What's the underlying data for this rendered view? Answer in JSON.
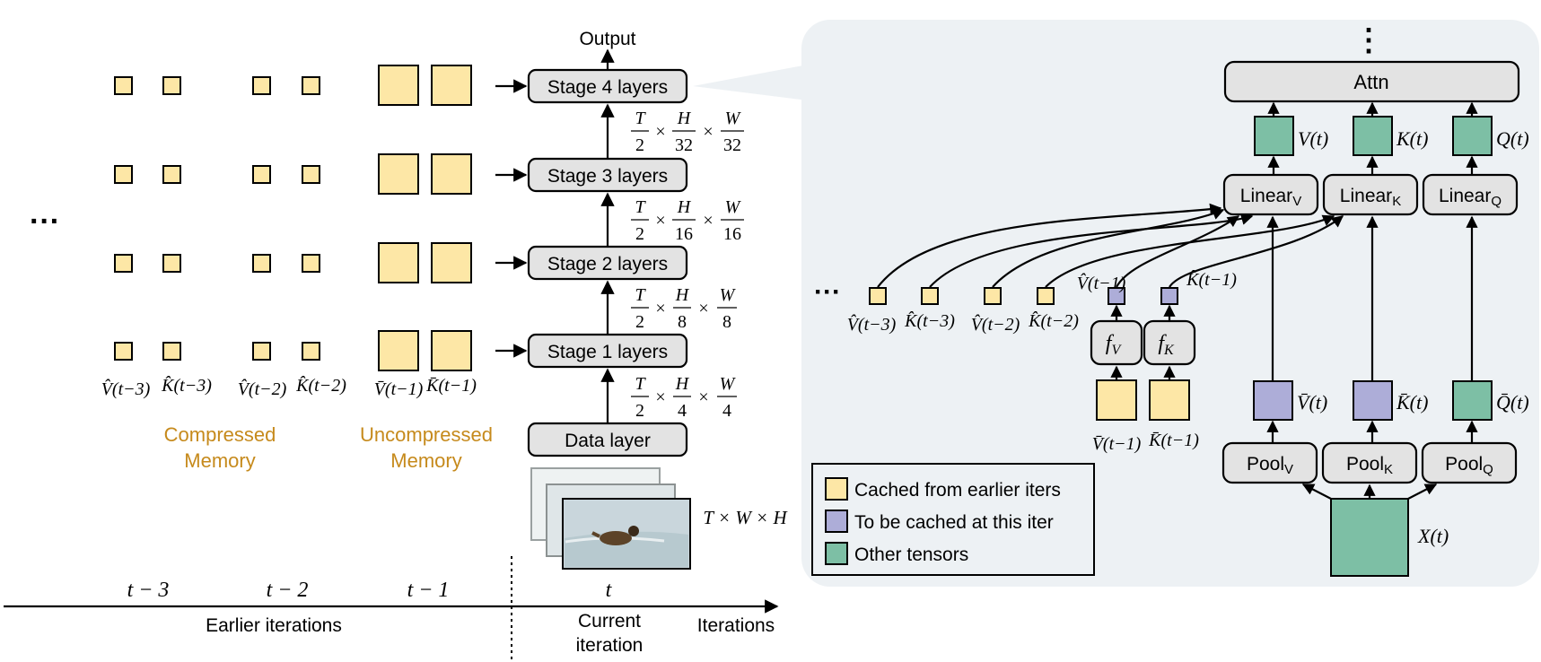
{
  "left": {
    "ellipsis": "···",
    "output_label": "Output",
    "stages": [
      "Stage 4 layers",
      "Stage 3 layers",
      "Stage 2 layers",
      "Stage 1 layers"
    ],
    "data_layer": "Data layer",
    "dims": [
      {
        "a": "T",
        "b": "2",
        "c": "H",
        "d": "32",
        "e": "W",
        "f": "32"
      },
      {
        "a": "T",
        "b": "2",
        "c": "H",
        "d": "16",
        "e": "W",
        "f": "16"
      },
      {
        "a": "T",
        "b": "2",
        "c": "H",
        "d": "8",
        "e": "W",
        "f": "8"
      },
      {
        "a": "T",
        "b": "2",
        "c": "H",
        "d": "4",
        "e": "W",
        "f": "4"
      }
    ],
    "times": "×",
    "input_dims": "T × W × H",
    "mem_labels": [
      "V̂(t−3)",
      "K̂(t−3)",
      "V̂(t−2)",
      "K̂(t−2)",
      "V̄(t−1)",
      "K̄(t−1)"
    ],
    "compressed": [
      "Compressed",
      "Memory"
    ],
    "uncompressed": [
      "Uncompressed",
      "Memory"
    ],
    "timeline": {
      "ticks": [
        "t − 3",
        "t − 2",
        "t − 1",
        "t"
      ],
      "earlier": "Earlier iterations",
      "current": [
        "Current",
        "iteration"
      ],
      "axis": "Iterations"
    }
  },
  "right": {
    "vdots": "⋮",
    "attn": "Attn",
    "linear": [
      {
        "base": "Linear",
        "sub": "V"
      },
      {
        "base": "Linear",
        "sub": "K"
      },
      {
        "base": "Linear",
        "sub": "Q"
      }
    ],
    "pool": [
      {
        "base": "Pool",
        "sub": "V"
      },
      {
        "base": "Pool",
        "sub": "K"
      },
      {
        "base": "Pool",
        "sub": "Q"
      }
    ],
    "vkq": [
      "V(t)",
      "K(t)",
      "Q(t)"
    ],
    "pooled": [
      "V̄(t)",
      "K̄(t)",
      "Q̄(t)"
    ],
    "x": "X(t)",
    "ellipsis": "···",
    "cached_labels": [
      "V̂(t−3)",
      "K̂(t−3)",
      "V̂(t−2)",
      "K̂(t−2)"
    ],
    "new_labels": [
      "V̂(t−1)",
      "K̂(t−1)"
    ],
    "f": [
      {
        "base": "f",
        "sub": "V"
      },
      {
        "base": "f",
        "sub": "K"
      }
    ],
    "prev_labels": [
      "V̄(t−1)",
      "K̄(t−1)"
    ],
    "legend": [
      "Cached from earlier iters",
      "To be cached at this iter",
      "Other tensors"
    ]
  },
  "colors": {
    "cached": "#fde7a6",
    "to_be_cached": "#adadd8",
    "other": "#7dbfa5",
    "memory_text": "#c68a1c",
    "panel_bg": "#edf1f4"
  }
}
